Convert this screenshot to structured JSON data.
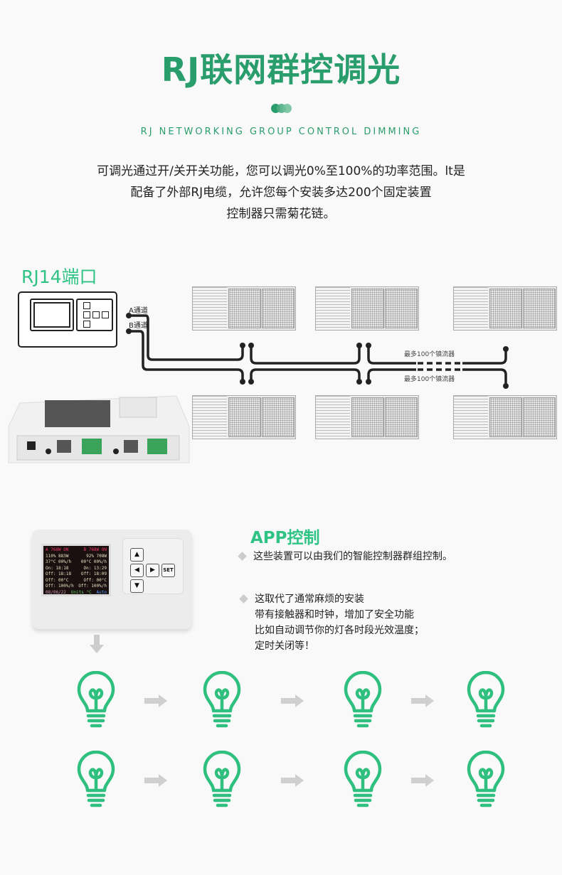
{
  "header": {
    "title": "RJ联网群控调光",
    "subtitle": "RJ NETWORKING GROUP CONTROL DIMMING",
    "accent": "#2a9d6c"
  },
  "intro": {
    "lines": [
      "可调光通过开/关开关功能，您可以调光0%至100%的功率范围。lt是",
      "配备了外部RJ电缆，允许您每个安装多达200个固定装置",
      "控制器只需菊花链。"
    ]
  },
  "diagram": {
    "port_label": "RJ14端口",
    "channel_a": "A通道",
    "channel_b": "B通道",
    "max_note_top": "最多100个镇流器",
    "max_note_bottom": "最多100个镇流器"
  },
  "app": {
    "title": "APP控制",
    "bullet1": "这些装置可以由我们的智能控制器群组控制。",
    "bullet2_lines": [
      "这取代了通常麻烦的安装",
      "带有接触器和时钟，增加了安全功能",
      "比如自动调节你的灯各时段光效温度；",
      "定时关闭等！"
    ],
    "screen": {
      "rows": [
        [
          "A 768W ON",
          "B 768W ON"
        ],
        [
          "110%  883W",
          "92%  708W"
        ],
        [
          "37°C  00%/h",
          "00°C  00%/h"
        ],
        [
          "On:  18:18",
          "On:  13:29"
        ],
        [
          "Off: 18:18",
          "Off: 18:09"
        ],
        [
          "Off:  00°C",
          "Off:  00°C"
        ],
        [
          "Off: 100%/h",
          "Off: 100%/h"
        ]
      ],
      "footer": [
        "08/06/22",
        "Units °C",
        "Auto"
      ]
    },
    "buttons": {
      "up": "▲",
      "left": "◀",
      "right": "▶",
      "down": "▼",
      "set": "SET"
    }
  }
}
